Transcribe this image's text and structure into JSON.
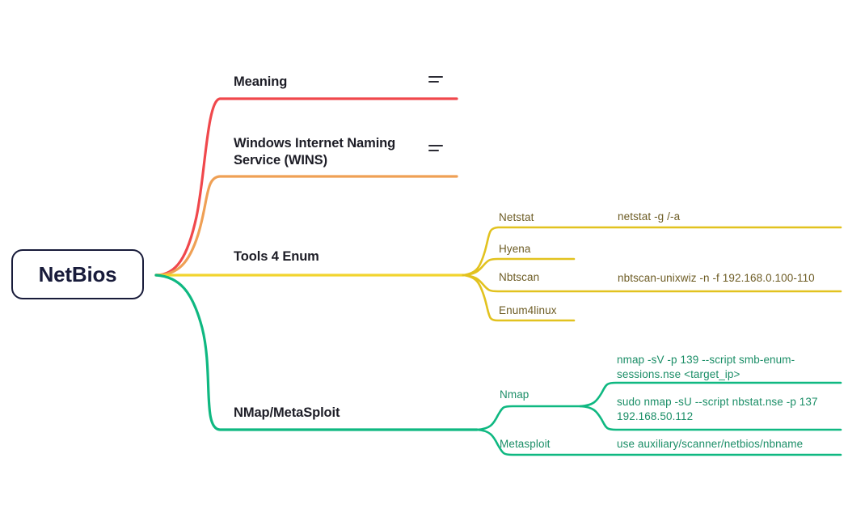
{
  "diagram": {
    "type": "mind-map",
    "background": "#ffffff",
    "root": {
      "label": "NetBios",
      "border_color": "#181B3A",
      "text_color": "#181B3A"
    },
    "colors": {
      "red": "#F0484C",
      "orange": "#EFA055",
      "yellow": "#F2D42E",
      "yellow_sub": "#E2C21F",
      "green": "#0FB881",
      "yellow_text": "#6D5C24",
      "green_text": "#1B8E67",
      "label_text": "#1D1D26"
    },
    "branches": [
      {
        "id": "meaning",
        "label": "Meaning",
        "color": "#F0484C",
        "note_icon": "note-lines-icon",
        "has_note": true,
        "children": []
      },
      {
        "id": "wins",
        "label": "Windows Internet Naming Service (WINS)",
        "label_line1": "Windows Internet Naming",
        "label_line2": "Service (WINS)",
        "color": "#EFA055",
        "note_icon": "note-lines-icon",
        "has_note": true,
        "children": []
      },
      {
        "id": "tools-4-enum",
        "label": "Tools 4 Enum",
        "color": "#F2D42E",
        "has_note": false,
        "children": [
          {
            "id": "netstat",
            "label": "Netstat",
            "leaves": [
              {
                "id": "netstat-cmd",
                "text": "netstat -g /-a"
              }
            ]
          },
          {
            "id": "hyena",
            "label": "Hyena",
            "leaves": []
          },
          {
            "id": "nbtscan",
            "label": "Nbtscan",
            "leaves": [
              {
                "id": "nbtscan-cmd",
                "text": "nbtscan-unixwiz -n -f 192.168.0.100-110"
              }
            ]
          },
          {
            "id": "enum4linux",
            "label": "Enum4linux",
            "leaves": []
          }
        ]
      },
      {
        "id": "nmap-metasploit",
        "label": "NMap/MetaSploit",
        "color": "#0FB881",
        "has_note": false,
        "children": [
          {
            "id": "nmap",
            "label": "Nmap",
            "leaves": [
              {
                "id": "nmap-cmd-1",
                "text": "nmap -sV -p 139 --script smb-enum-sessions.nse <target_ip>",
                "line1": "nmap -sV -p 139 --script smb-enum-",
                "line2": "sessions.nse <target_ip>"
              },
              {
                "id": "nmap-cmd-2",
                "text": "sudo nmap -sU --script nbstat.nse -p 137 192.168.50.112",
                "line1": "sudo nmap -sU --script nbstat.nse -p 137",
                "line2": "192.168.50.112"
              }
            ]
          },
          {
            "id": "metasploit",
            "label": "Metasploit",
            "leaves": [
              {
                "id": "metasploit-cmd",
                "text": "use auxiliary/scanner/netbios/nbname"
              }
            ]
          }
        ]
      }
    ]
  }
}
